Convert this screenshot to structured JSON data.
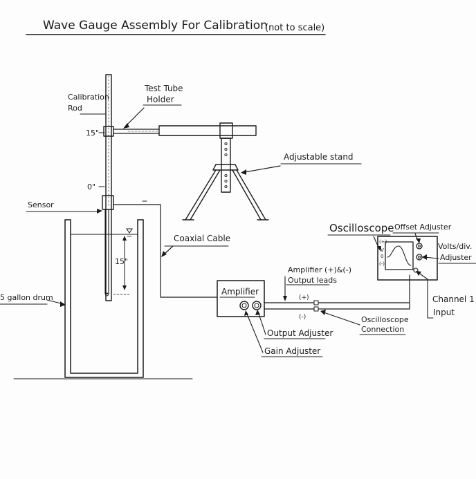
{
  "title": "Wave Gauge Assembly For Calibration",
  "subtitle": "(not to scale)",
  "labels": {
    "calibration_rod_1": "Calibration",
    "calibration_rod_2": "Rod",
    "test_tube_holder_1": "Test Tube",
    "test_tube_holder_2": "Holder",
    "mark_15_top": "15\"",
    "mark_0": "0\"",
    "adjustable_stand": "Adjustable stand",
    "sensor": "Sensor",
    "coaxial_cable": "Coaxial Cable",
    "depth_15": "15\"",
    "drum": "5 gallon drum",
    "oscilloscope": "Oscilloscope",
    "offset_adjuster": "Offset Adjuster",
    "volts_div_1": "Volts/div.",
    "volts_div_2": "Adjuster",
    "amp_leads_1": "Amplifier (+)&(-)",
    "amp_leads_2": "Output leads",
    "amplifier": "Amplifier",
    "plus": "(+)",
    "minus": "(-)",
    "channel_1_1": "Channel 1",
    "channel_1_2": "Input",
    "osc_conn_1": "Oscilloscope",
    "osc_conn_2": "Connection",
    "output_adjuster": "Output Adjuster",
    "gain_adjuster": "Gain Adjuster",
    "scope_scale_top": "(+)",
    "scope_scale_v": "V",
    "scope_scale_zero": "0",
    "scope_scale_bottom": "(-)"
  }
}
